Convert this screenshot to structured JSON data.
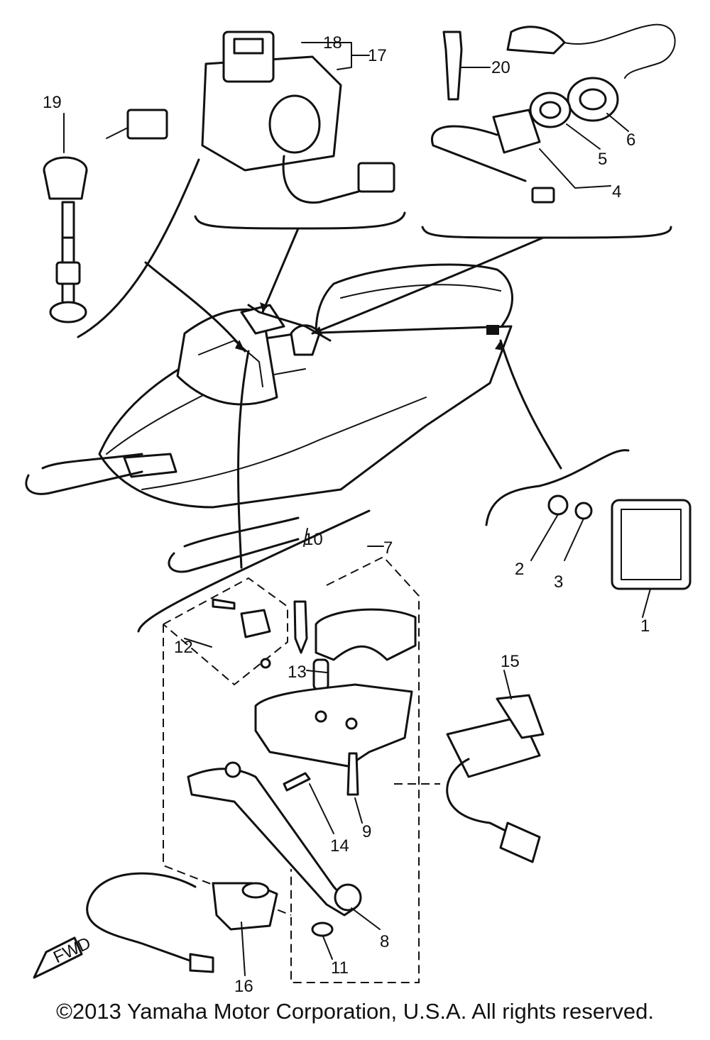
{
  "callouts": {
    "c1": "1",
    "c2": "2",
    "c3": "3",
    "c4": "4",
    "c5": "5",
    "c6": "6",
    "c7": "7",
    "c8": "8",
    "c9": "9",
    "c10": "10",
    "c11": "11",
    "c12": "12",
    "c13": "13",
    "c14": "14",
    "c15": "15",
    "c16": "16",
    "c17": "17",
    "c18": "18",
    "c19": "19",
    "c20": "20"
  },
  "fwd_label": "FWD",
  "copyright": "©2013 Yamaha Motor Corporation, U.S.A. All rights reserved."
}
